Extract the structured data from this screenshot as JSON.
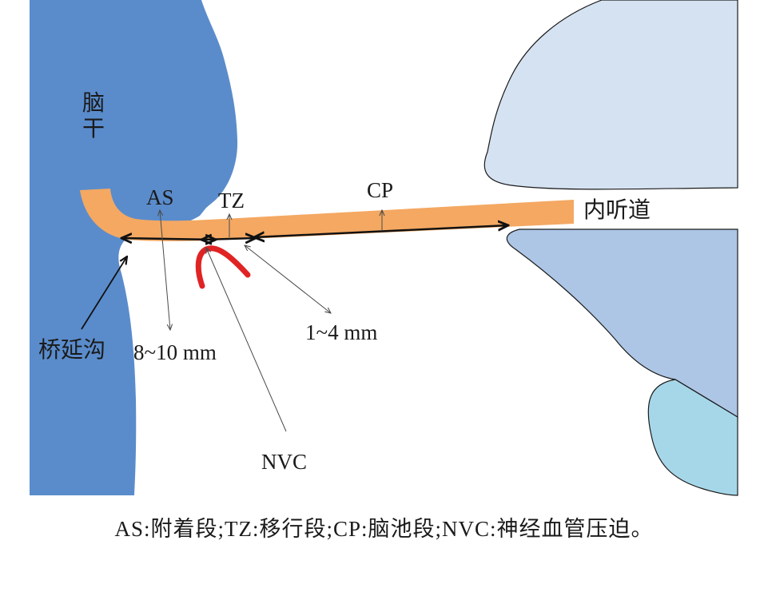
{
  "labels": {
    "brainstem": [
      "脑",
      "干"
    ],
    "internal_auditory_canal": "内听道",
    "pontomedullary_sulcus": "桥延沟",
    "as": "AS",
    "tz": "TZ",
    "cp": "CP",
    "nvc": "NVC",
    "length_as": "8~10 mm",
    "length_tz": "1~4 mm"
  },
  "caption": "AS:附着段;TZ:移行段;CP:脑池段;NVC:神经血管压迫。",
  "colors": {
    "brainstem": "#5a8ccc",
    "bone_upper": "#d5e2f2",
    "bone_lower": "#adc6e6",
    "bone_lower_inner": "#a6d7e9",
    "nerve": "#f4a862",
    "vessel": "#e02424",
    "line": "#4a4a4a"
  }
}
